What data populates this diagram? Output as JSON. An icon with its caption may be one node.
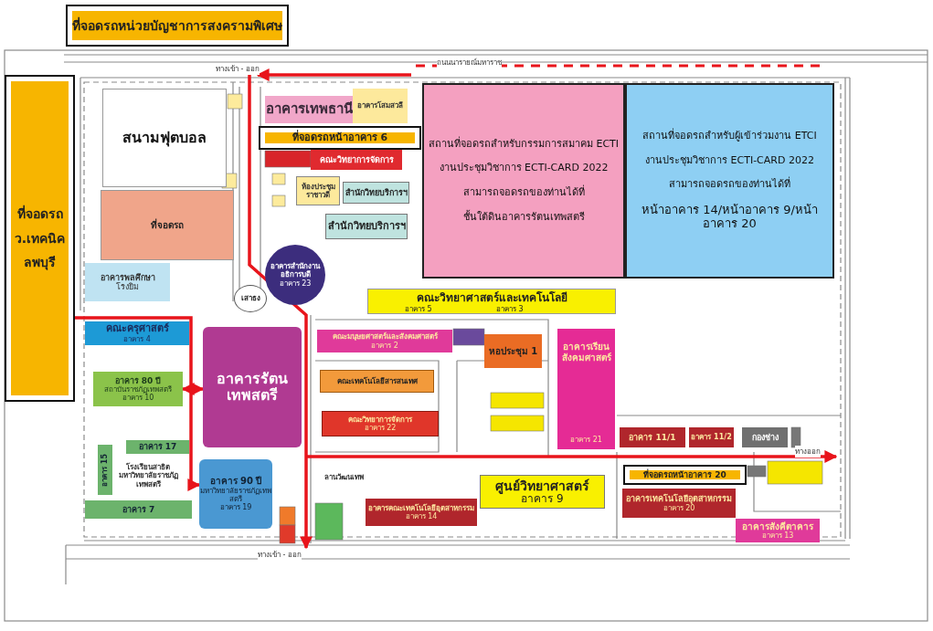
{
  "diagram": {
    "nodes": [
      {
        "text": [
          "ที่จอดรถหน่วยบัญชาการสงครามพิเศษ"
        ]
      },
      {
        "text": [
          "ที่จอดรถ ว.เทคนิค ลพบุรี"
        ]
      },
      {
        "text": [
          "สนามฟุตบอล"
        ]
      },
      {
        "text": [
          "ที่จอดรถ"
        ]
      },
      {
        "text": [
          "อาคารพลศึกษา",
          "โรงยิม"
        ]
      },
      {
        "text": [
          "อาคารเทพธานี"
        ]
      },
      {
        "text": [
          "อาคารโสมสวลี"
        ]
      },
      {
        "text": [
          "ที่จอดรถหน้าอาคาร 6"
        ]
      },
      {
        "text": [
          "คณะวิทยาการจัดการ"
        ]
      },
      {
        "text": [
          "ห้องประชุมราชาวดี"
        ]
      },
      {
        "text": [
          "สำนักวิทยบริการฯ"
        ]
      },
      {
        "text": [
          "สำนักวิทยบริการฯ"
        ]
      },
      {
        "text": [
          "อาคารสำนักงานอธิการบดี",
          "อาคาร 23"
        ]
      },
      {
        "text": [
          "เสาธง"
        ]
      },
      {
        "text": [
          "สถานที่จอดรถสำหรับกรรมการสมาคม ECTI",
          "งานประชุมวิชาการ ECTI-CARD 2022",
          "สามารถจอดรถของท่านได้ที่",
          "ชั้นใต้ดินอาคารรัตนเทพสตรี"
        ]
      },
      {
        "text": [
          "สถานที่จอดรถสำหรับผู้เข้าร่วมงาน ETCI",
          "งานประชุมวิชาการ ECTI-CARD 2022",
          "สามารถจอดรถของท่านได้ที่",
          "หน้าอาคาร 14/หน้าอาคาร 9/หน้าอาคาร 20"
        ]
      },
      {
        "text": [
          "คณะวิทยาศาสตร์และเทคโนโลยี",
          "อาคาร 5",
          "อาคาร 3"
        ]
      },
      {
        "text": [
          "คณะครุศาสตร์",
          "อาคาร 4"
        ]
      },
      {
        "text": [
          "อาคาร 80 ปี",
          "สถาบันราชภัฏเทพสตรี",
          "อาคาร 10"
        ]
      },
      {
        "text": [
          "อาคารรัตนเทพสตรี"
        ]
      },
      {
        "text": [
          "คณะมนุษยศาสตร์และสังคมศาสตร์",
          "อาคาร 2"
        ]
      },
      {
        "text": [
          "หอประชุม 1"
        ]
      },
      {
        "text": [
          "คณะเทคโนโลยีสารสนเทศ"
        ]
      },
      {
        "text": [
          "คณะวิทยาการจัดการ",
          "อาคาร 22"
        ]
      },
      {
        "text": [
          "อาคารเรียนสังคมศาสตร์",
          "อาคาร 21"
        ]
      },
      {
        "text": [
          "อาคาร 17"
        ]
      },
      {
        "text": [
          "อาคาร 15"
        ]
      },
      {
        "text": [
          "โรงเรียนสาธิตมหาวิทยาลัยราชภัฏเทพสตรี"
        ]
      },
      {
        "text": [
          "อาคาร 7"
        ]
      },
      {
        "text": [
          "อาคาร 90 ปี",
          "มหาวิทยาลัยราชภัฏเทพสตรี",
          "อาคาร 19"
        ]
      },
      {
        "text": [
          "ลานวัฒนเทพ"
        ]
      },
      {
        "text": [
          "อาคารคณะเทคโนโลยีอุตสาหกรรม",
          "อาคาร 14"
        ]
      },
      {
        "text": [
          "ศูนย์วิทยาศาสตร์",
          "อาคาร 9"
        ]
      },
      {
        "text": [
          "อาคาร 11/1"
        ]
      },
      {
        "text": [
          "อาคาร 11/2"
        ]
      },
      {
        "text": [
          "กองช่าง"
        ]
      },
      {
        "text": [
          "ที่จอดรถหน้าอาคาร 20"
        ]
      },
      {
        "text": [
          "อาคารเทคโนโลยีอุตสาหกรรม",
          "อาคาร 20"
        ]
      },
      {
        "text": [
          "อาคารสังคีตาคาร",
          "อาคาร 13"
        ]
      }
    ],
    "edges": [
      {
        "from": 19,
        "to": 18,
        "arrow": "both"
      },
      {
        "from": 1,
        "to": 29,
        "arrow": "to"
      }
    ],
    "labels": [
      "ทางเข้า - ออก",
      "ถนนนารายณ์มหาราช",
      "ทางเข้า - ออก",
      "ทางออก"
    ]
  }
}
